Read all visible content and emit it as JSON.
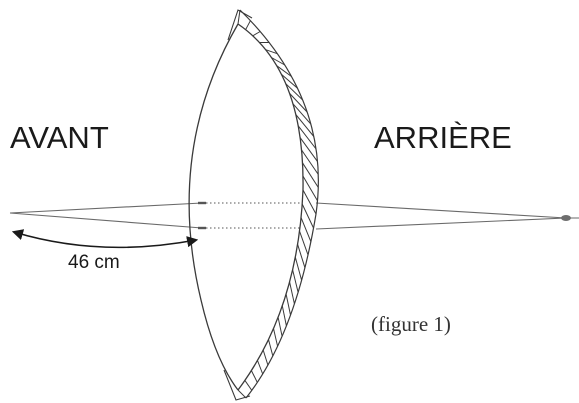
{
  "labels": {
    "front": "AVANT",
    "back": "ARRIÈRE",
    "measurement": "46 cm",
    "caption": "(figure 1)"
  },
  "colors": {
    "stroke": "#4a4a4a",
    "text": "#1a1a1a",
    "node": "#6e6e6e"
  }
}
